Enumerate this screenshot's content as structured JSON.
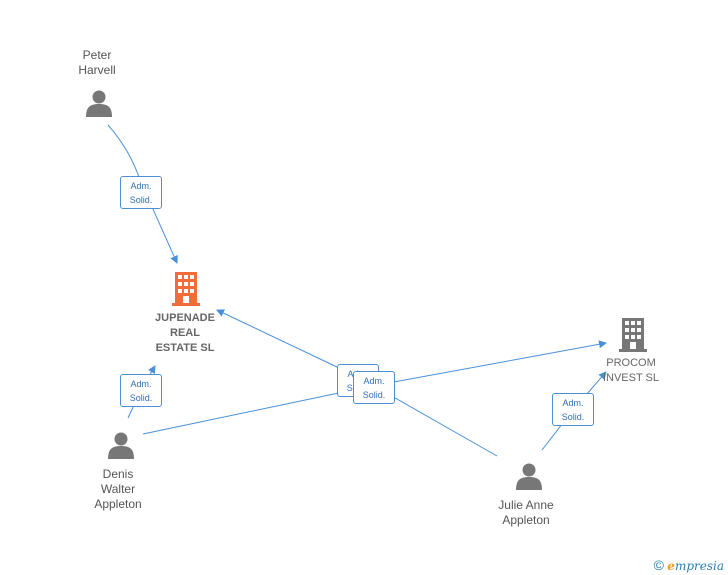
{
  "nodes": {
    "peter": {
      "name": "Peter\nHarvell",
      "type": "person"
    },
    "denis": {
      "name": "Denis\nWalter\nAppleton",
      "type": "person"
    },
    "julie": {
      "name": "Julie Anne\nAppleton",
      "type": "person"
    },
    "jupenade": {
      "name": "JUPENADE\nREAL\nESTATE SL",
      "type": "company",
      "highlight": true
    },
    "procom": {
      "name": "PROCOM\nINVEST SL",
      "type": "company",
      "highlight": false
    }
  },
  "edges": [
    {
      "from": "peter",
      "to": "jupenade",
      "role": "Adm.\nSolid."
    },
    {
      "from": "denis",
      "to": "jupenade",
      "role": "Adm.\nSolid."
    },
    {
      "from": "denis",
      "to": "procom",
      "role": "Adm.\nSolid."
    },
    {
      "from": "julie",
      "to": "jupenade",
      "role": "Adm.\nSolid."
    },
    {
      "from": "julie",
      "to": "procom",
      "role": "Adm.\nSolid."
    }
  ],
  "colors": {
    "edge": "#4a90d9",
    "person_icon": "#777777",
    "company_highlight": "#f26b3a",
    "company_normal": "#777777"
  },
  "icons": {
    "person": "person-icon",
    "company": "building-icon"
  },
  "footer": {
    "copyright": "©",
    "brand_initial": "e",
    "brand_rest": "mpresia"
  }
}
